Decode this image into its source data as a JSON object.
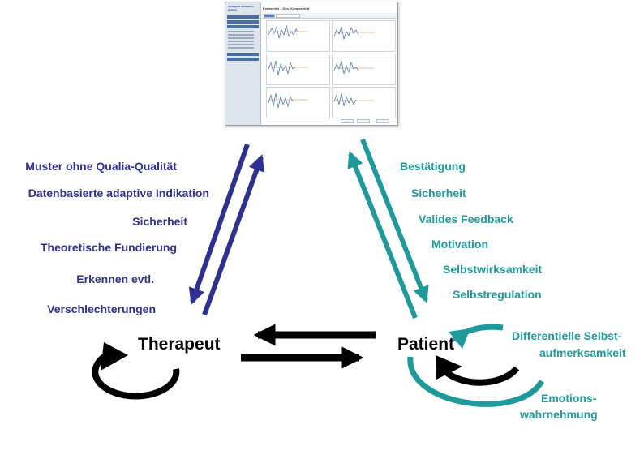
{
  "nodes": {
    "therapeut": "Therapeut",
    "patient": "Patient"
  },
  "therapist_side_labels": [
    "Muster ohne Qualia-Qualität",
    "Datenbasierte adaptive Indikation",
    "Sicherheit",
    "Theoretische Fundierung",
    "Erkennen evtl.",
    "Verschlechterungen"
  ],
  "patient_side_labels": [
    "Bestätigung",
    "Sicherheit",
    "Valides Feedback",
    "Motivation",
    "Selbstwirksamkeit",
    "Selbstregulation"
  ],
  "patient_loop_labels": {
    "line1": "Differentielle Selbst-",
    "line2": "aufmerksamkeit",
    "line3": "Emotions-",
    "line4": "wahrnehmung"
  },
  "screenshot": {
    "title": "Fortschritt – Dyn. Komplexität",
    "logo": "Synergetic Navigation System"
  },
  "colors": {
    "therapist": "#2e3192",
    "patient": "#1e9a9a",
    "arrows": "#000000"
  }
}
